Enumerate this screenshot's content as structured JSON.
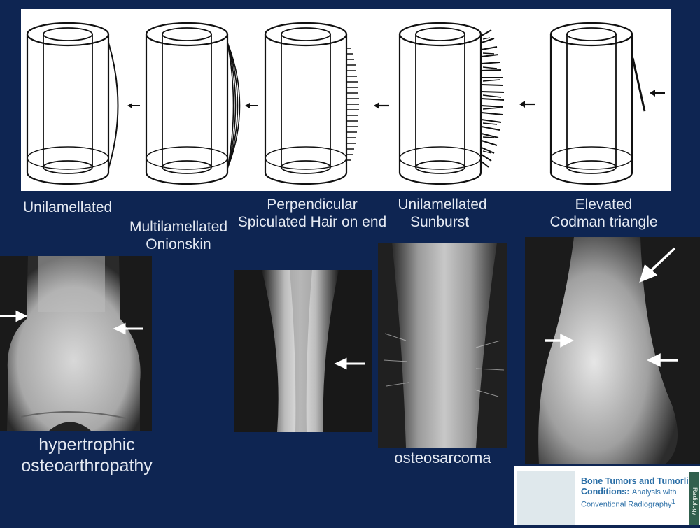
{
  "diagrams": [
    {
      "label_lines": [
        "Unilamellated"
      ]
    },
    {
      "label_lines": [
        "Multilamellated",
        "Onionskin"
      ]
    },
    {
      "label_lines": [
        "Perpendicular",
        "Spiculated Hair on end"
      ]
    },
    {
      "label_lines": [
        "Unilamellated",
        "Sunburst"
      ]
    },
    {
      "label_lines": [
        "Elevated",
        "Codman triangle"
      ]
    }
  ],
  "captions": {
    "hoa_line1": "hypertrophic",
    "hoa_line2": "osteoarthropathy",
    "osteosarcoma": "osteosarcoma"
  },
  "paper": {
    "title_line1": "Bone Tumors and Tumorlike",
    "title_line2_bold": "Conditions:",
    "title_line2_rest": "Analysis with",
    "title_line3": "Conventional Radiography",
    "title_sup": "1",
    "journal": "Radiology"
  },
  "colors": {
    "background": "#0e2552",
    "label_text": "#e4e9f2",
    "paper_title": "#2a6ea6"
  }
}
